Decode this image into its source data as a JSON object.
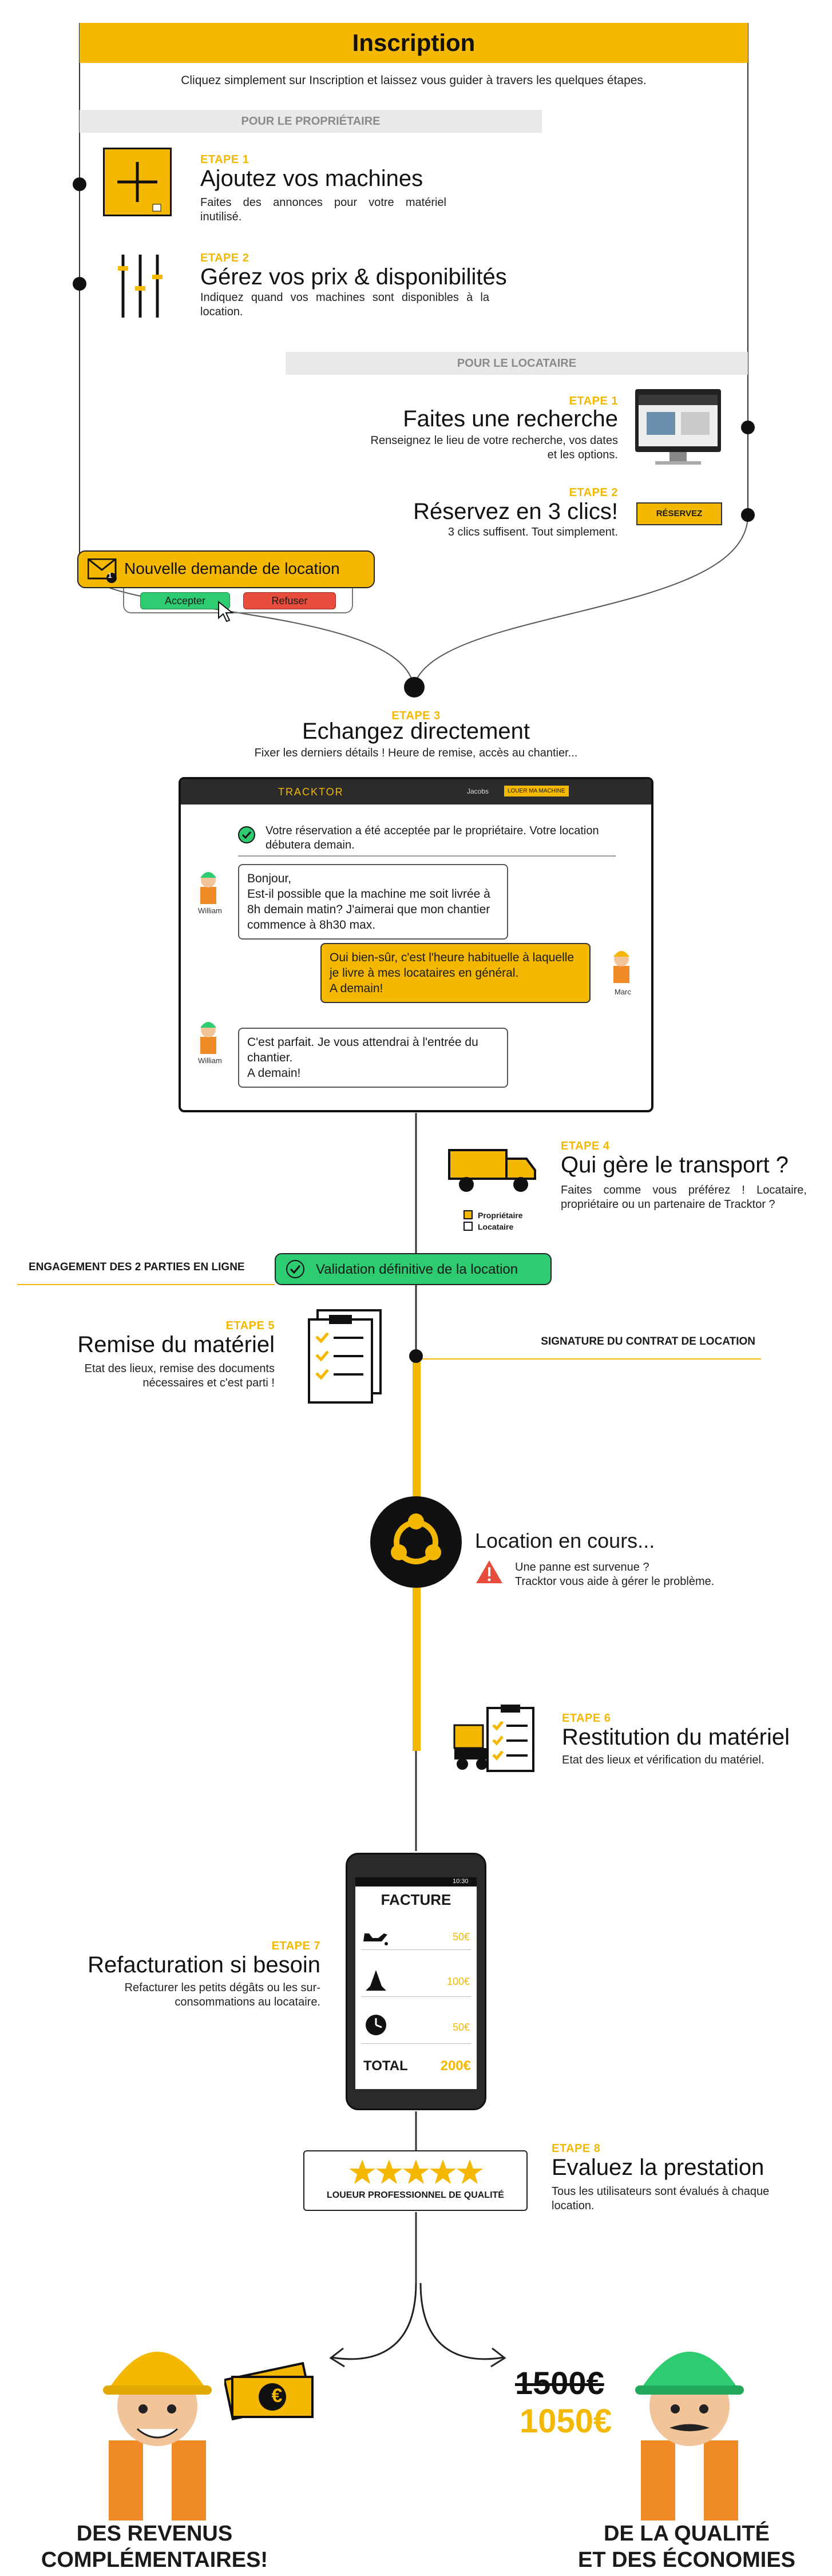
{
  "header": {
    "title": "Inscription",
    "intro": "Cliquez simplement sur Inscription et laissez vous guider à travers les quelques étapes."
  },
  "owner_section": {
    "label": "POUR LE PROPRIÉTAIRE",
    "step1": {
      "tag": "ETAPE 1",
      "title": "Ajoutez vos machines",
      "text": "Faites des annonces pour votre matériel inutilisé."
    },
    "step2": {
      "tag": "ETAPE 2",
      "title": "Gérez vos prix & disponibilités",
      "text": "Indiquez quand vos machines sont disponibles à la location."
    }
  },
  "renter_section": {
    "label": "POUR LE LOCATAIRE",
    "step1": {
      "tag": "ETAPE 1",
      "title": "Faites une recherche",
      "text": "Renseignez le lieu de votre recherche, vos dates et les options."
    },
    "step2": {
      "tag": "ETAPE 2",
      "title": "Réservez en 3 clics!",
      "text": "3 clics suffisent. Tout simplement.",
      "button": "RÉSERVEZ"
    }
  },
  "notification": {
    "title": "Nouvelle demande de location",
    "badge": "1",
    "accept": "Accepter",
    "refuse": "Refuser"
  },
  "step3": {
    "tag": "ETAPE 3",
    "title": "Echangez directement",
    "text": "Fixer les derniers détails ! Heure de remise, accès au chantier..."
  },
  "chat": {
    "brand": "TRACKTOR",
    "nav_user": "Jacobs",
    "nav_button": "LOUER MA MACHINE",
    "confirmation": "Votre réservation a été acceptée par le propriétaire. Votre location débutera demain.",
    "messages": [
      {
        "author": "William",
        "text": "Bonjour,\nEst-il possible que la machine me soit livrée à 8h demain matin? J'aimerai que mon chantier commence à 8h30 max."
      },
      {
        "author": "Marc",
        "text": "Oui bien-sûr, c'est l'heure habituelle à laquelle je livre à mes locataires en général.\nA demain!"
      },
      {
        "author": "William",
        "text": "C'est parfait. Je vous attendrai à l'entrée du chantier.\nA demain!"
      }
    ]
  },
  "step4": {
    "tag": "ETAPE 4",
    "title": "Qui gère le transport ?",
    "text": "Faites comme vous préférez ! Locataire, propriétaire ou un partenaire de Tracktor ?",
    "options": [
      "Propriétaire",
      "Locataire"
    ]
  },
  "engagement": {
    "left_label": "ENGAGEMENT DES 2 PARTIES EN LIGNE",
    "validation": "Validation définitive de la location",
    "right_label": "SIGNATURE DU CONTRAT DE LOCATION"
  },
  "step5": {
    "tag": "ETAPE 5",
    "title": "Remise du matériel",
    "text": "Etat des lieux, remise des documents nécessaires et c'est parti !"
  },
  "ongoing": {
    "title": "Location en cours...",
    "text": "Une panne est survenue ?\nTracktor vous aide à gérer le problème."
  },
  "step6": {
    "tag": "ETAPE 6",
    "title": "Restitution du matériel",
    "text": "Etat des lieux et vérification du matériel."
  },
  "step7": {
    "tag": "ETAPE 7",
    "title": "Refacturation si besoin",
    "text": "Refacturer les petits dégâts ou les sur-consommations au locataire."
  },
  "invoice": {
    "time": "10:30",
    "title": "FACTURE",
    "lines": [
      "50€",
      "100€",
      "50€"
    ],
    "total_label": "TOTAL",
    "total": "200€"
  },
  "step8": {
    "tag": "ETAPE 8",
    "title": "Evaluez la prestation",
    "text": "Tous les utilisateurs sont évalués à chaque location."
  },
  "rating": {
    "stars": 5,
    "label": "LOUEUR PROFESSIONNEL DE QUALITÉ"
  },
  "outcome": {
    "left_title": "DES REVENUS\nCOMPLÉMENTAIRES!",
    "money_symbol": "€",
    "old_price": "1500€",
    "new_price": "1050€",
    "right_title": "DE LA QUALITÉ\nET DES ÉCONOMIES"
  },
  "colors": {
    "accent": "#f5b800",
    "green": "#2ecc71",
    "red": "#e74c3c",
    "dark": "#111111"
  }
}
